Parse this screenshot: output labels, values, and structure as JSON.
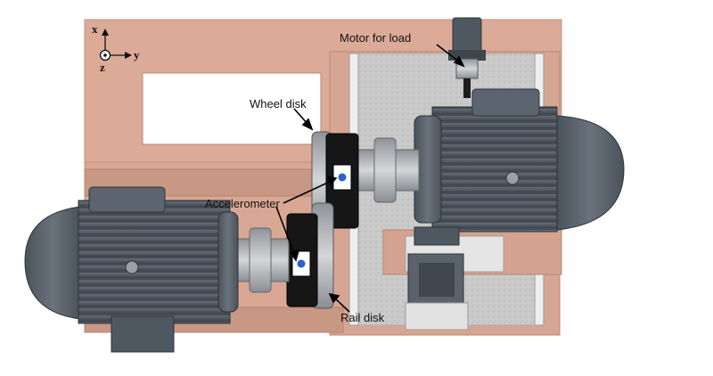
{
  "labels": {
    "motor_for_load": "Motor for load",
    "wheel_disk": "Wheel disk",
    "accelerometer": "Accelerometer",
    "rail_disk": "Rail disk"
  },
  "axes": {
    "x": "x",
    "y": "y",
    "z": "z"
  },
  "colors": {
    "frame": "#d9a895",
    "frame_dark": "#b98471",
    "motor": "#58616b",
    "motor_dark": "#3d444c",
    "steel": "#b9bcbf",
    "disk_black": "#1a1a1a",
    "sensor_dot": "#2a62c9"
  }
}
